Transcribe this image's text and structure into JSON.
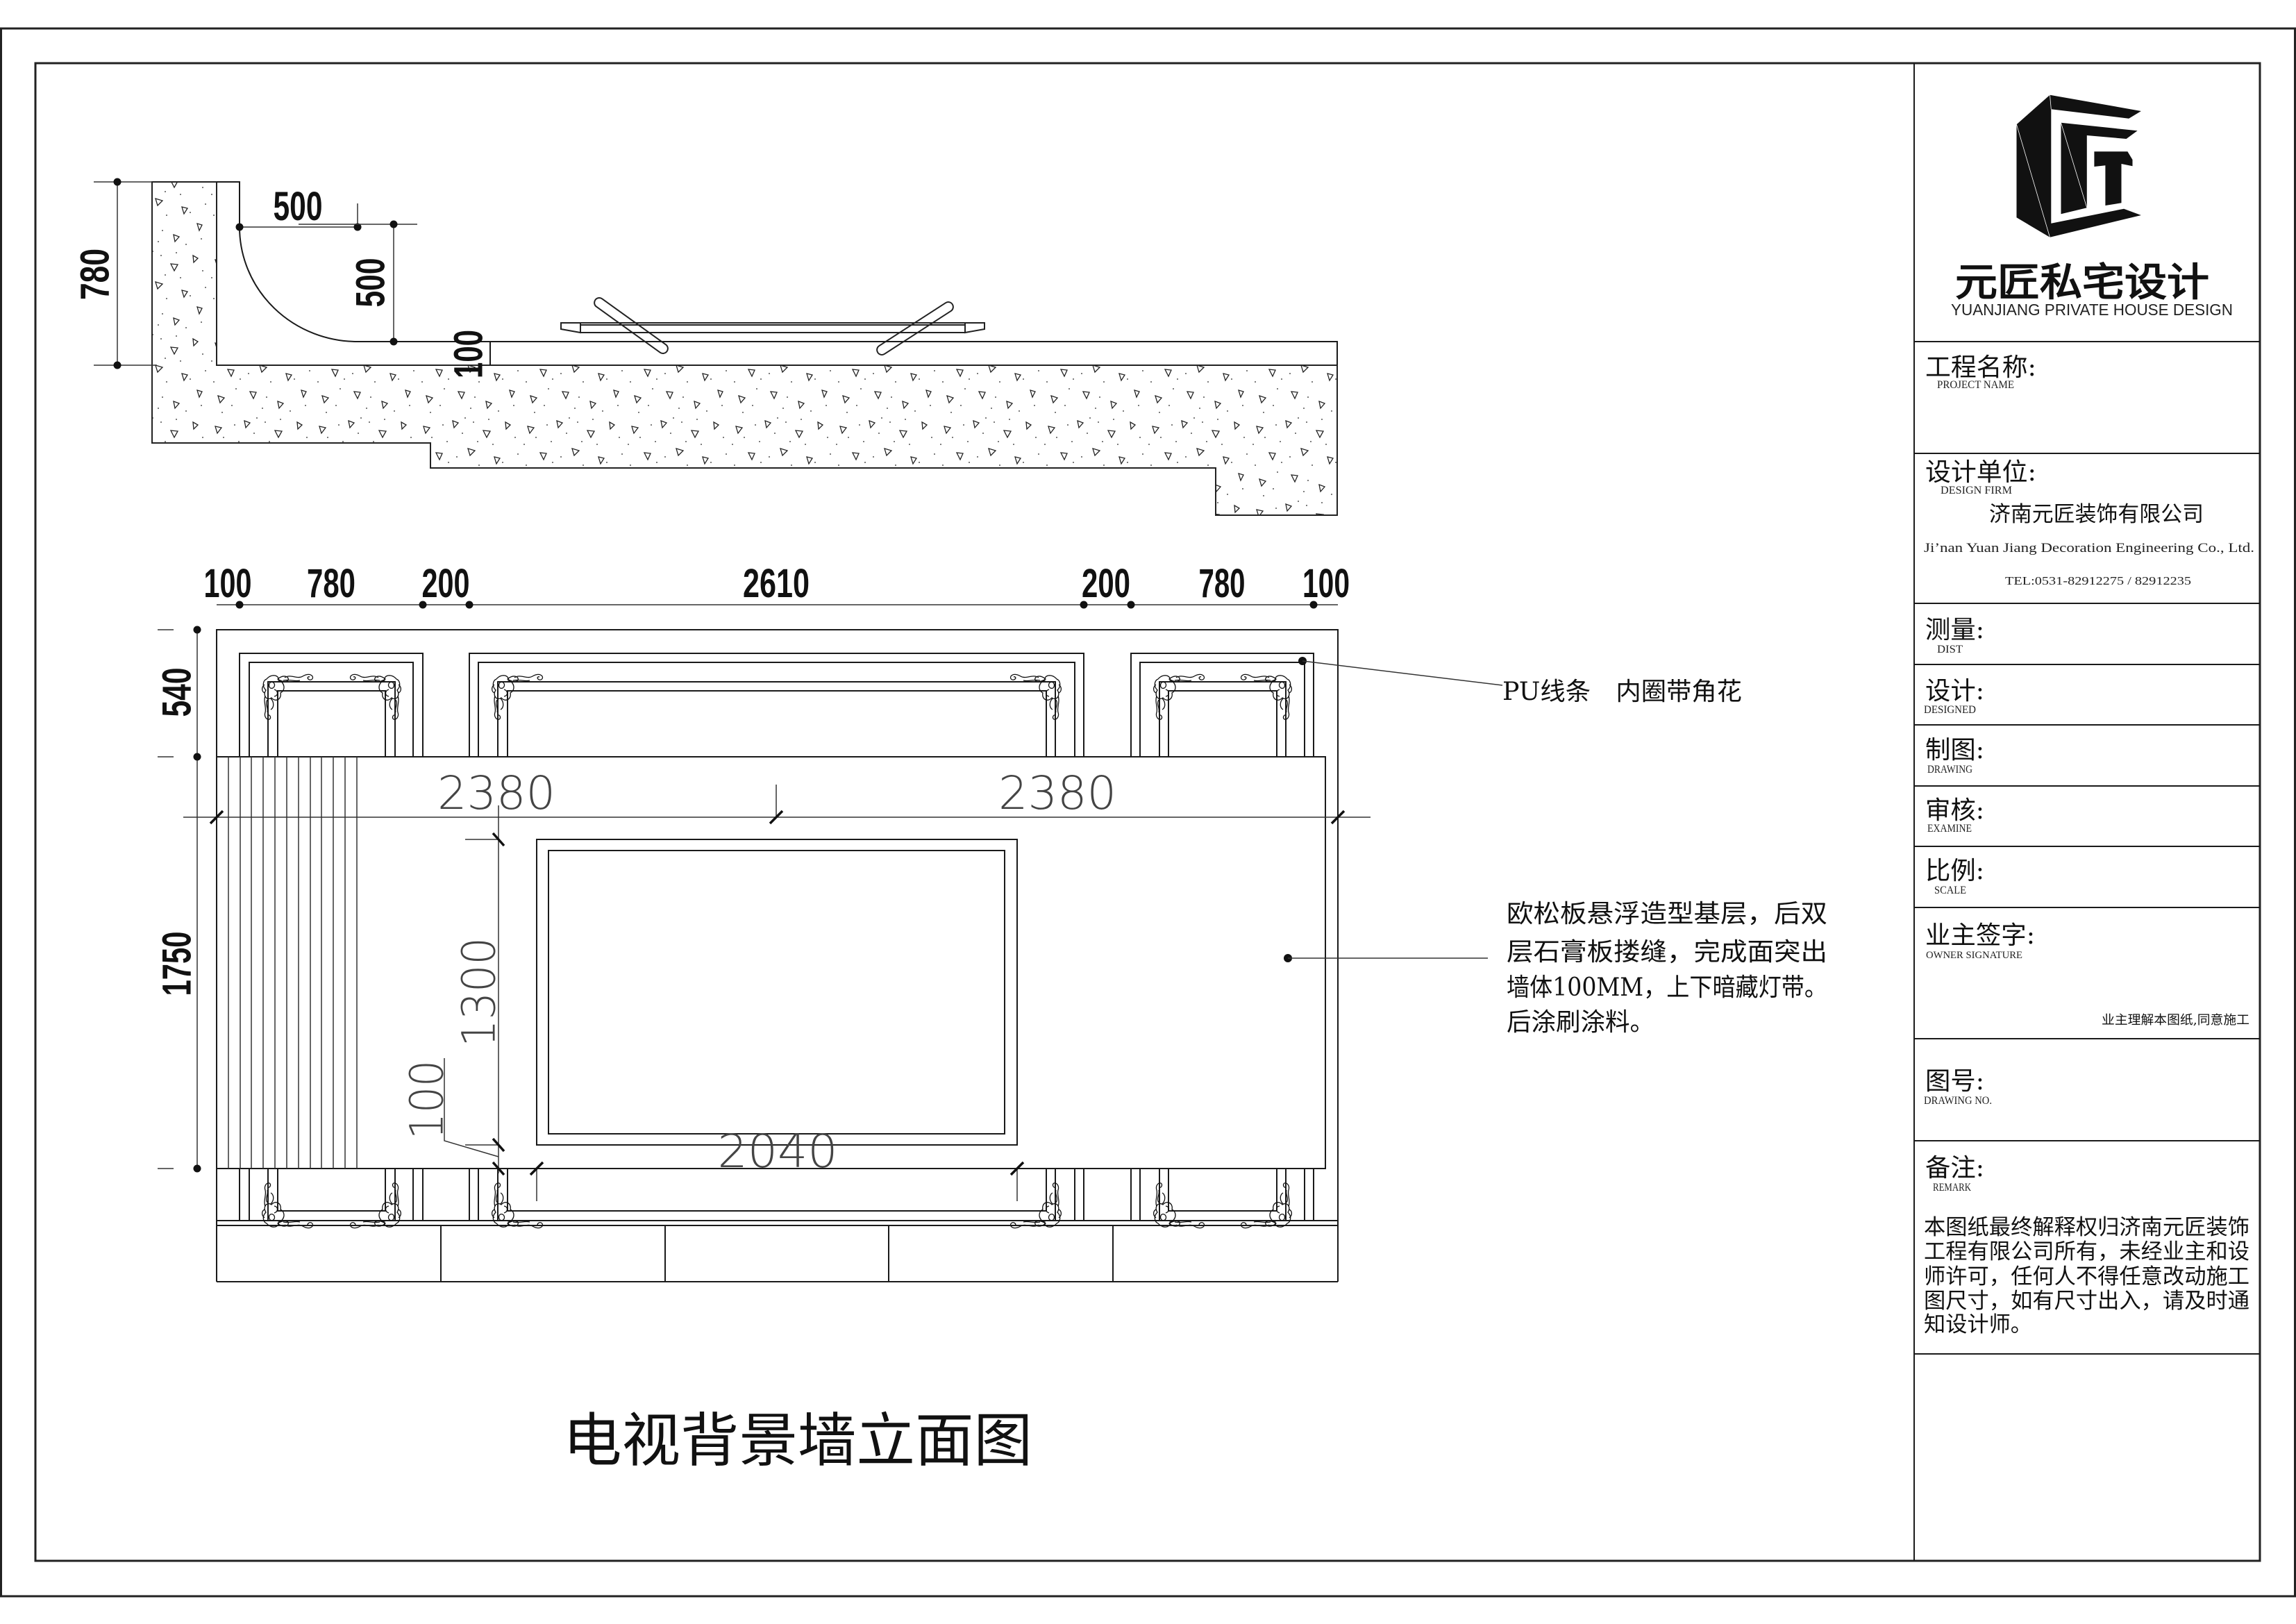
{
  "drawing": {
    "title": "电视背景墙立面图"
  },
  "plan": {
    "dim_wall_depth": "780",
    "dim_arc_width": "500",
    "dim_arc_height": "500",
    "dim_board_offset": "100"
  },
  "elevation": {
    "top_dims": [
      "100",
      "780",
      "200",
      "2610",
      "200",
      "780",
      "100"
    ],
    "dim_upper_height": "540",
    "dim_band_height": "1750",
    "dim_left_half": "2380",
    "dim_right_half": "2380",
    "dim_frame_height": "1300",
    "dim_frame_offset": "100",
    "dim_frame_width": "2040"
  },
  "annotations": {
    "pu_molding": "PU线条　内圈带角花",
    "board_note": [
      "欧松板悬浮造型基层，后双",
      "层石膏板搂缝，完成面突出",
      "墙体100MM，上下暗藏灯带。",
      "后涂刷涂料。"
    ]
  },
  "title_block": {
    "brand_cn": "元匠私宅设计",
    "brand_en": "YUANJIANG PRIVATE HOUSE DESIGN",
    "project_name": {
      "label_cn": "工程名称:",
      "label_en": "PROJECT NAME"
    },
    "design_firm": {
      "label_cn": "设计单位:",
      "label_en": "DESIGN FIRM",
      "company_cn": "济南元匠装饰有限公司",
      "company_en": "Ji’nan Yuan Jiang Decoration Engineering Co., Ltd.",
      "tel": "TEL:0531-82912275 / 82912235"
    },
    "dist": {
      "label_cn": "测量:",
      "label_en": "DIST"
    },
    "designed": {
      "label_cn": "设计:",
      "label_en": "DESIGNED"
    },
    "drawing": {
      "label_cn": "制图:",
      "label_en": "DRAWING"
    },
    "examine": {
      "label_cn": "审核:",
      "label_en": "EXAMINE"
    },
    "scale": {
      "label_cn": "比例:",
      "label_en": "SCALE"
    },
    "owner_signature": {
      "label_cn": "业主签字:",
      "label_en": "OWNER SIGNATURE",
      "note": "业主理解本图纸,同意施工"
    },
    "drawing_no": {
      "label_cn": "图号:",
      "label_en": "DRAWING NO."
    },
    "remark": {
      "label_cn": "备注:",
      "label_en": "REMARK",
      "lines": [
        "本图纸最终解释权归济南元匠装饰",
        "工程有限公司所有，未经业主和设",
        "师许可，任何人不得任意改动施工",
        "图尺寸，如有尺寸出入，请及时通",
        "知设计师。"
      ]
    }
  }
}
